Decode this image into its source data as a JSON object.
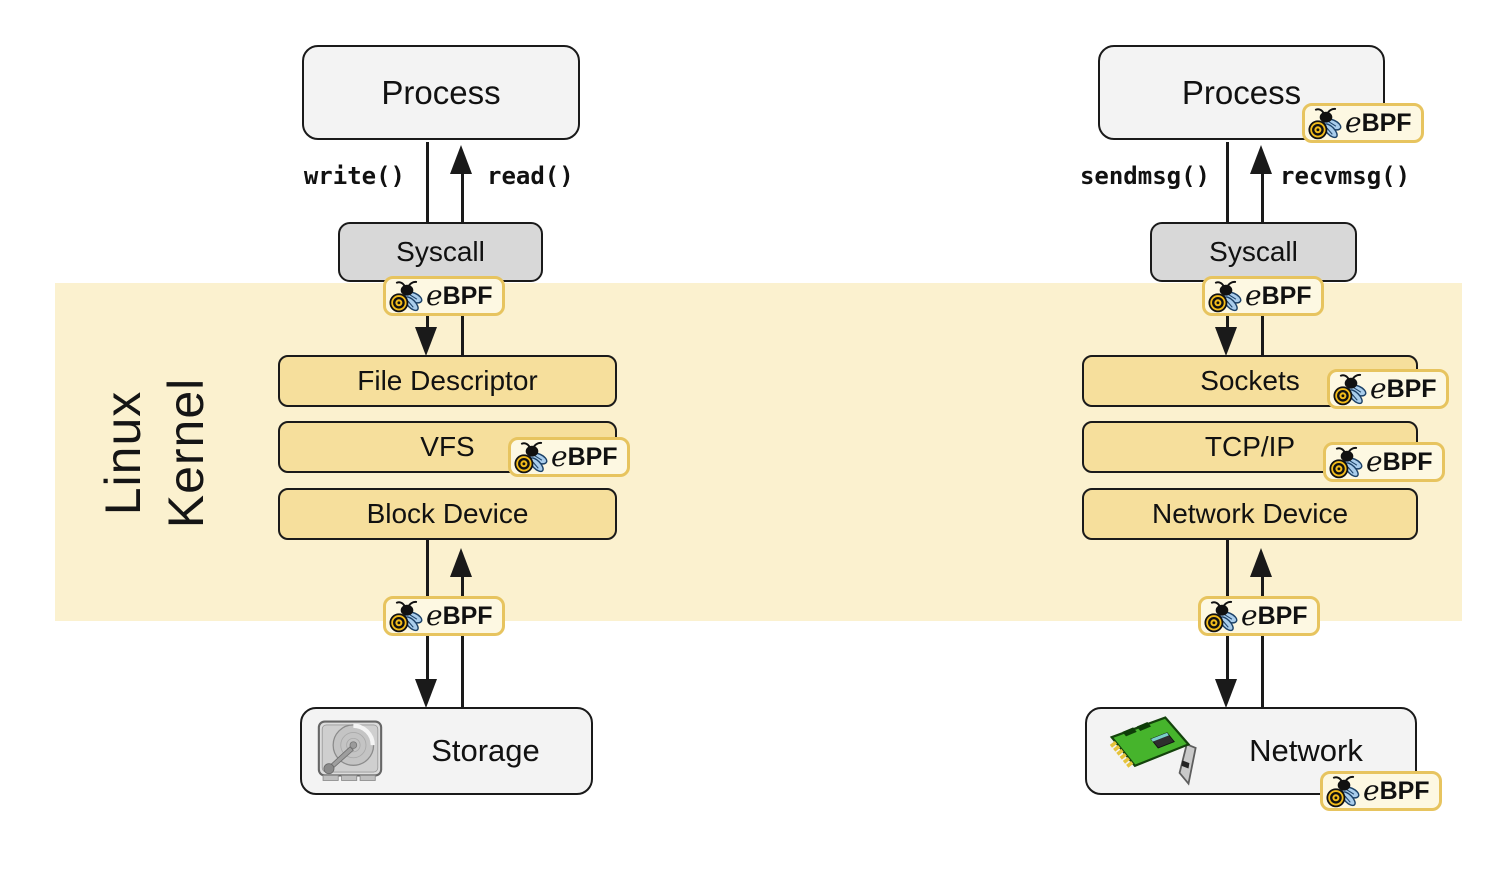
{
  "diagram": {
    "kernel_label": {
      "line1": "Linux",
      "line2": "Kernel"
    },
    "badge": {
      "e": "e",
      "bpf": "BPF"
    },
    "left_flow": {
      "process": "Process",
      "down_call": "write()",
      "up_call": "read()",
      "syscall": "Syscall",
      "layers": [
        "File Descriptor",
        "VFS",
        "Block Device"
      ],
      "endpoint": "Storage"
    },
    "right_flow": {
      "process": "Process",
      "down_call": "sendmsg()",
      "up_call": "recvmsg()",
      "syscall": "Syscall",
      "layers": [
        "Sockets",
        "TCP/IP",
        "Network Device"
      ],
      "endpoint": "Network"
    },
    "colors": {
      "kernel_band": "#fbf1cf",
      "kernel_layer_box": "#f6df9c",
      "badge_background": "#fdf8e2",
      "badge_border": "#e7c45f",
      "process_box": "#f3f3f3",
      "syscall_box": "#d8d8d8",
      "outline": "#1a1a1a"
    }
  }
}
